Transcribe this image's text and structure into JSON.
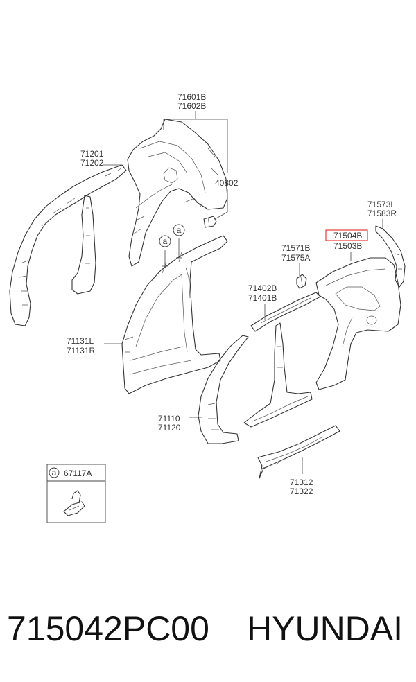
{
  "labels": {
    "l71601B": "71601B",
    "l71602B": "71602B",
    "l71201": "71201",
    "l71202": "71202",
    "l40802": "40802",
    "l71573L": "71573L",
    "l71583R": "71583R",
    "l71504B": "71504B",
    "l71503B": "71503B",
    "l71571B": "71571B",
    "l71575A": "71575A",
    "l71402B": "71402B",
    "l71401B": "71401B",
    "l71131L": "71131L",
    "l71131R": "71131R",
    "l71110": "71110",
    "l71120": "71120",
    "l71312": "71312",
    "l71322": "71322",
    "l67117A": "67117A"
  },
  "callouts": {
    "a": "a"
  },
  "highlight_color": "#e53935",
  "footer": {
    "part_number": "715042PC00",
    "brand": "HYUNDAI"
  }
}
